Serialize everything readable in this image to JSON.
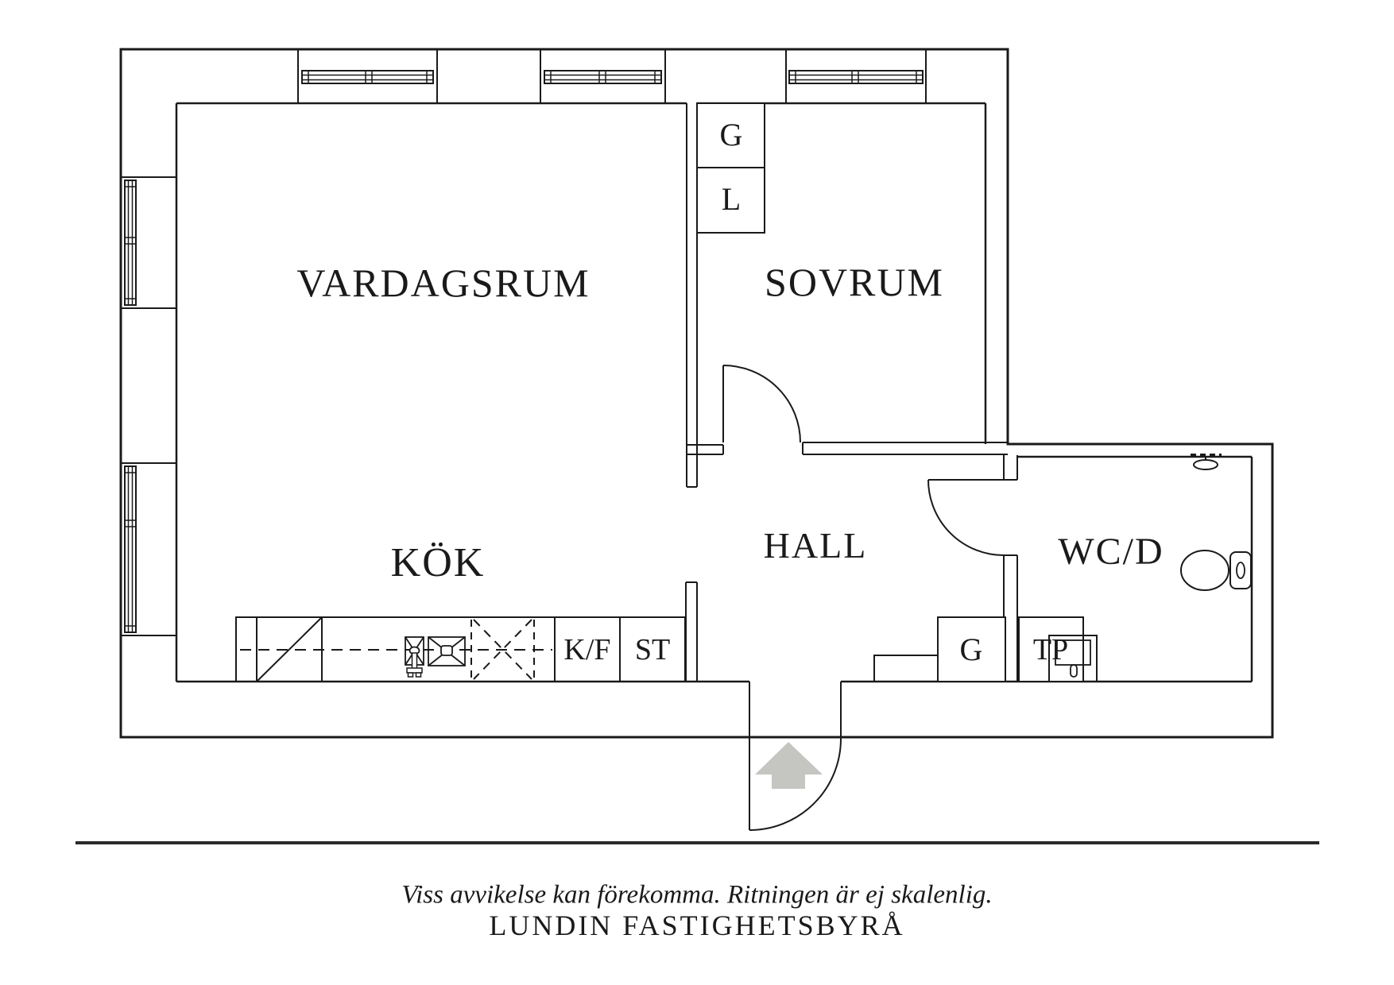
{
  "plan": {
    "rooms": {
      "vardagsrum": "VARDAGSRUM",
      "sovrum": "SOVRUM",
      "kok": "KÖK",
      "hall": "HALL",
      "wcd": "WC/D"
    },
    "storage": {
      "sovrum_g": "G",
      "sovrum_l": "L",
      "hall_g": "G",
      "hall_tp": "TP"
    },
    "kitchen_units": {
      "fridge_freezer": "K/F",
      "cleaning_cabinet": "ST"
    }
  },
  "footer": {
    "disclaimer": "Viss avvikelse kan förekomma. Ritningen är ej skalenlig.",
    "brand": "LUNDIN FASTIGHETSBYRÅ"
  },
  "colors": {
    "line": "#1a1a1a",
    "arrow_fill": "#c5c5c1",
    "background": "#ffffff"
  }
}
